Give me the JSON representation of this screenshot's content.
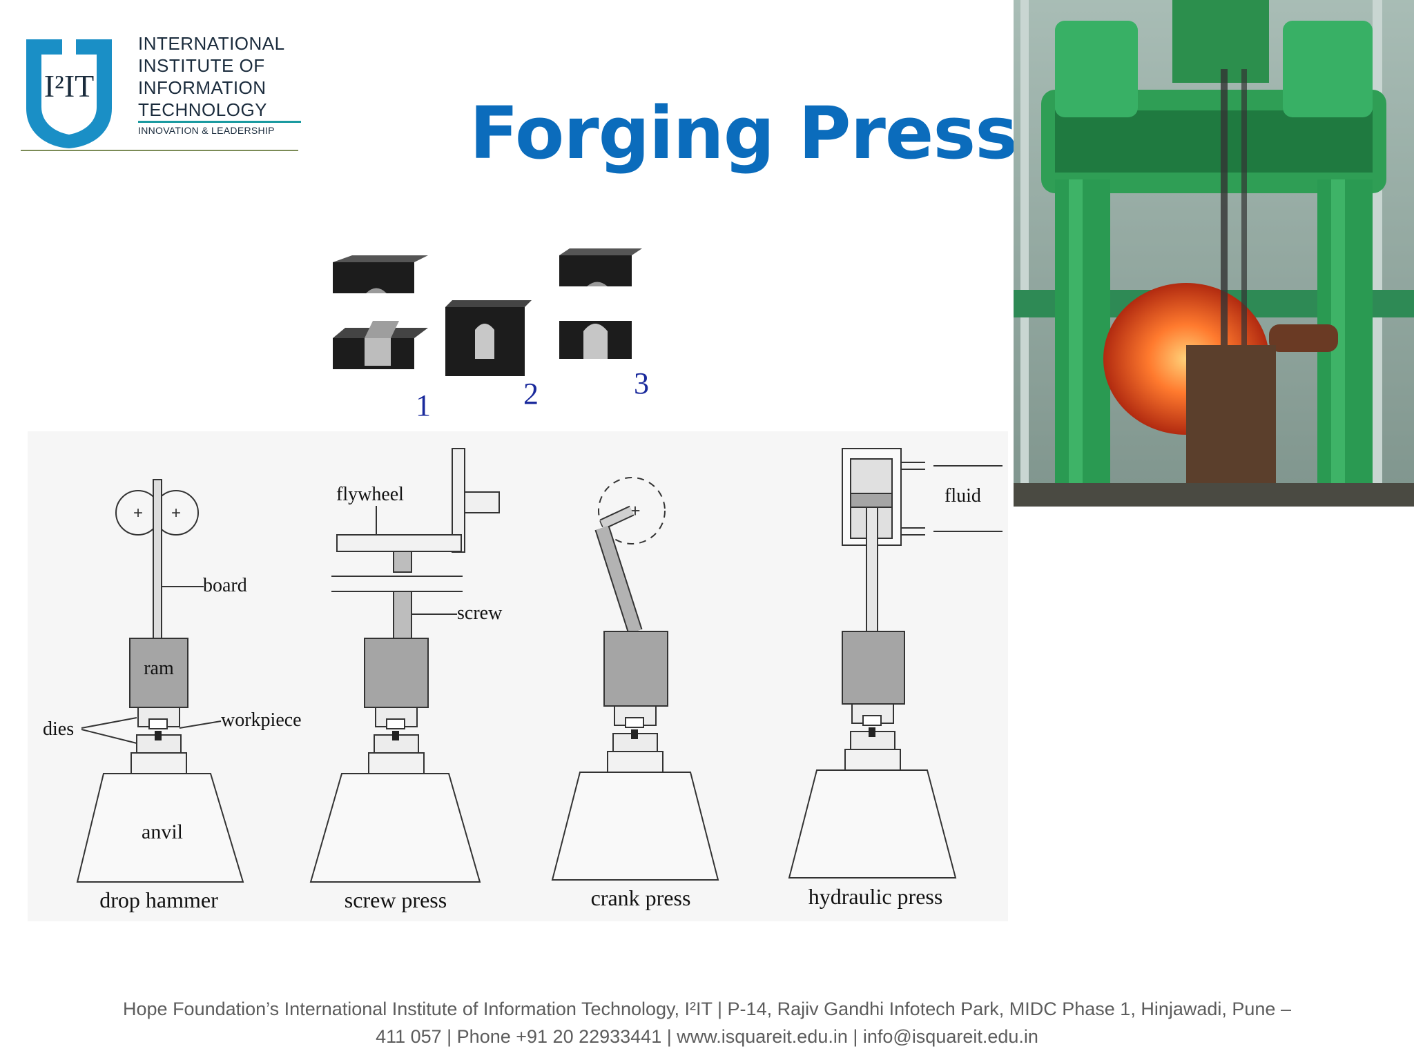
{
  "logo": {
    "mark": "I²IT",
    "name_lines": [
      "INTERNATIONAL",
      "INSTITUTE OF",
      "INFORMATION",
      "TECHNOLOGY"
    ],
    "tagline": "INNOVATION & LEADERSHIP",
    "colors": {
      "bracket": "#1a8fc6",
      "text": "#1a2b3c"
    }
  },
  "title": "Forging Press",
  "title_color": "#0b6cbc",
  "die_figure": {
    "labels": [
      "1",
      "2",
      "3"
    ],
    "label_color": "#1a2a9c"
  },
  "machines": {
    "captions": [
      "drop hammer",
      "screw press",
      "crank press",
      "hydraulic press"
    ],
    "drop_hammer": {
      "board": "board",
      "ram": "ram",
      "dies": "dies",
      "workpiece": "workpiece",
      "anvil": "anvil"
    },
    "screw_press": {
      "flywheel": "flywheel",
      "screw": "screw"
    },
    "hydraulic_press": {
      "fluid": "fluid"
    }
  },
  "photo": {
    "icon": "forging-press-photo"
  },
  "footer": {
    "line1": "Hope Foundation’s International Institute of Information Technology, I²IT | P-14, Rajiv Gandhi Infotech Park, MIDC Phase 1, Hinjawadi, Pune –",
    "line2": "411 057 | Phone +91 20 22933441 | www.isquareit.edu.in | info@isquareit.edu.in"
  }
}
